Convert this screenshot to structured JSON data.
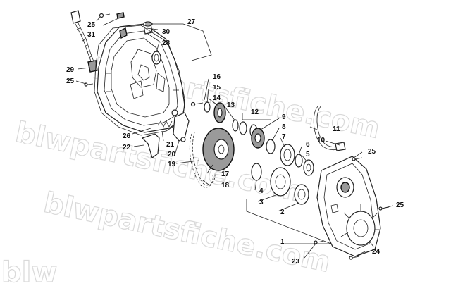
{
  "watermark": {
    "text_top": "blwpartsfiche.com",
    "text_mid": "blwpartsfiche.com",
    "text_low": "blwpartsfiche.com",
    "text_corner": "blw"
  },
  "callouts": [
    {
      "id": "1",
      "label": "1"
    },
    {
      "id": "2",
      "label": "2"
    },
    {
      "id": "3",
      "label": "3"
    },
    {
      "id": "4",
      "label": "4"
    },
    {
      "id": "5",
      "label": "5"
    },
    {
      "id": "6",
      "label": "6"
    },
    {
      "id": "7",
      "label": "7"
    },
    {
      "id": "8",
      "label": "8"
    },
    {
      "id": "9",
      "label": "9"
    },
    {
      "id": "10",
      "label": "10"
    },
    {
      "id": "11",
      "label": "11"
    },
    {
      "id": "12",
      "label": "12"
    },
    {
      "id": "13",
      "label": "13"
    },
    {
      "id": "14",
      "label": "14"
    },
    {
      "id": "15",
      "label": "15"
    },
    {
      "id": "16",
      "label": "16"
    },
    {
      "id": "17",
      "label": "17"
    },
    {
      "id": "18",
      "label": "18"
    },
    {
      "id": "19",
      "label": "19"
    },
    {
      "id": "20",
      "label": "20"
    },
    {
      "id": "21",
      "label": "21"
    },
    {
      "id": "22",
      "label": "22"
    },
    {
      "id": "23",
      "label": "23"
    },
    {
      "id": "24",
      "label": "24"
    },
    {
      "id": "25a",
      "label": "25"
    },
    {
      "id": "25b",
      "label": "25"
    },
    {
      "id": "25c",
      "label": "25"
    },
    {
      "id": "25d",
      "label": "25"
    },
    {
      "id": "26",
      "label": "26"
    },
    {
      "id": "27",
      "label": "27"
    },
    {
      "id": "28",
      "label": "28"
    },
    {
      "id": "29",
      "label": "29"
    },
    {
      "id": "30",
      "label": "30"
    },
    {
      "id": "31",
      "label": "31"
    }
  ]
}
